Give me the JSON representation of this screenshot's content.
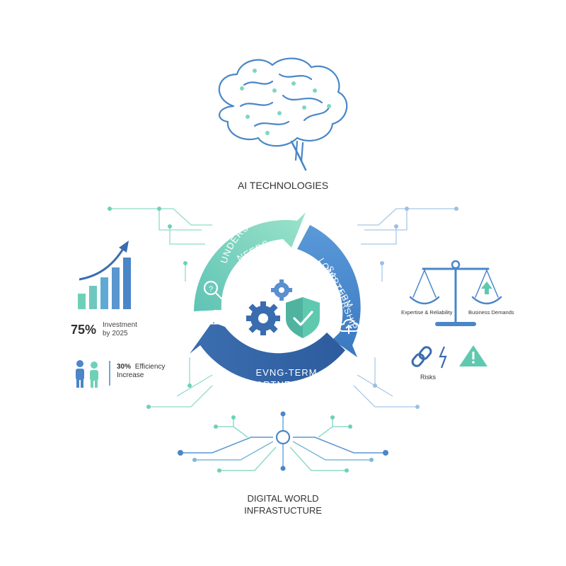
{
  "top": {
    "title": "AI TECHNOLOGIES"
  },
  "bottom": {
    "title_line1": "DIGITAL WORLD",
    "title_line2": "INFRASTUCTURE"
  },
  "cycle": {
    "segment_top": {
      "line1": "UNDERSTAND",
      "line2": "NEEDS"
    },
    "segment_right": {
      "line1": "LONG-TERM",
      "line2": "SARTNERSHIP"
    },
    "segment_bottom": {
      "line1": "EVNG-TERM",
      "line2": "PARTNERSHIP"
    }
  },
  "left": {
    "investment_value": "75%",
    "investment_line1": "Investment",
    "investment_line2": "by 2025",
    "efficiency_value": "30%",
    "efficiency_word": "Efficiency",
    "efficiency_line2": "Increase"
  },
  "right": {
    "scale_left_label": "Expertise & Reliability",
    "scale_right_label": "Business Demands",
    "risks_label": "Risks"
  },
  "colors": {
    "teal": "#5fc9b0",
    "teal_light": "#8fdcc8",
    "blue": "#4a86c8",
    "blue_dark": "#2f62a8",
    "navy": "#2e5a93",
    "text": "#333333"
  }
}
